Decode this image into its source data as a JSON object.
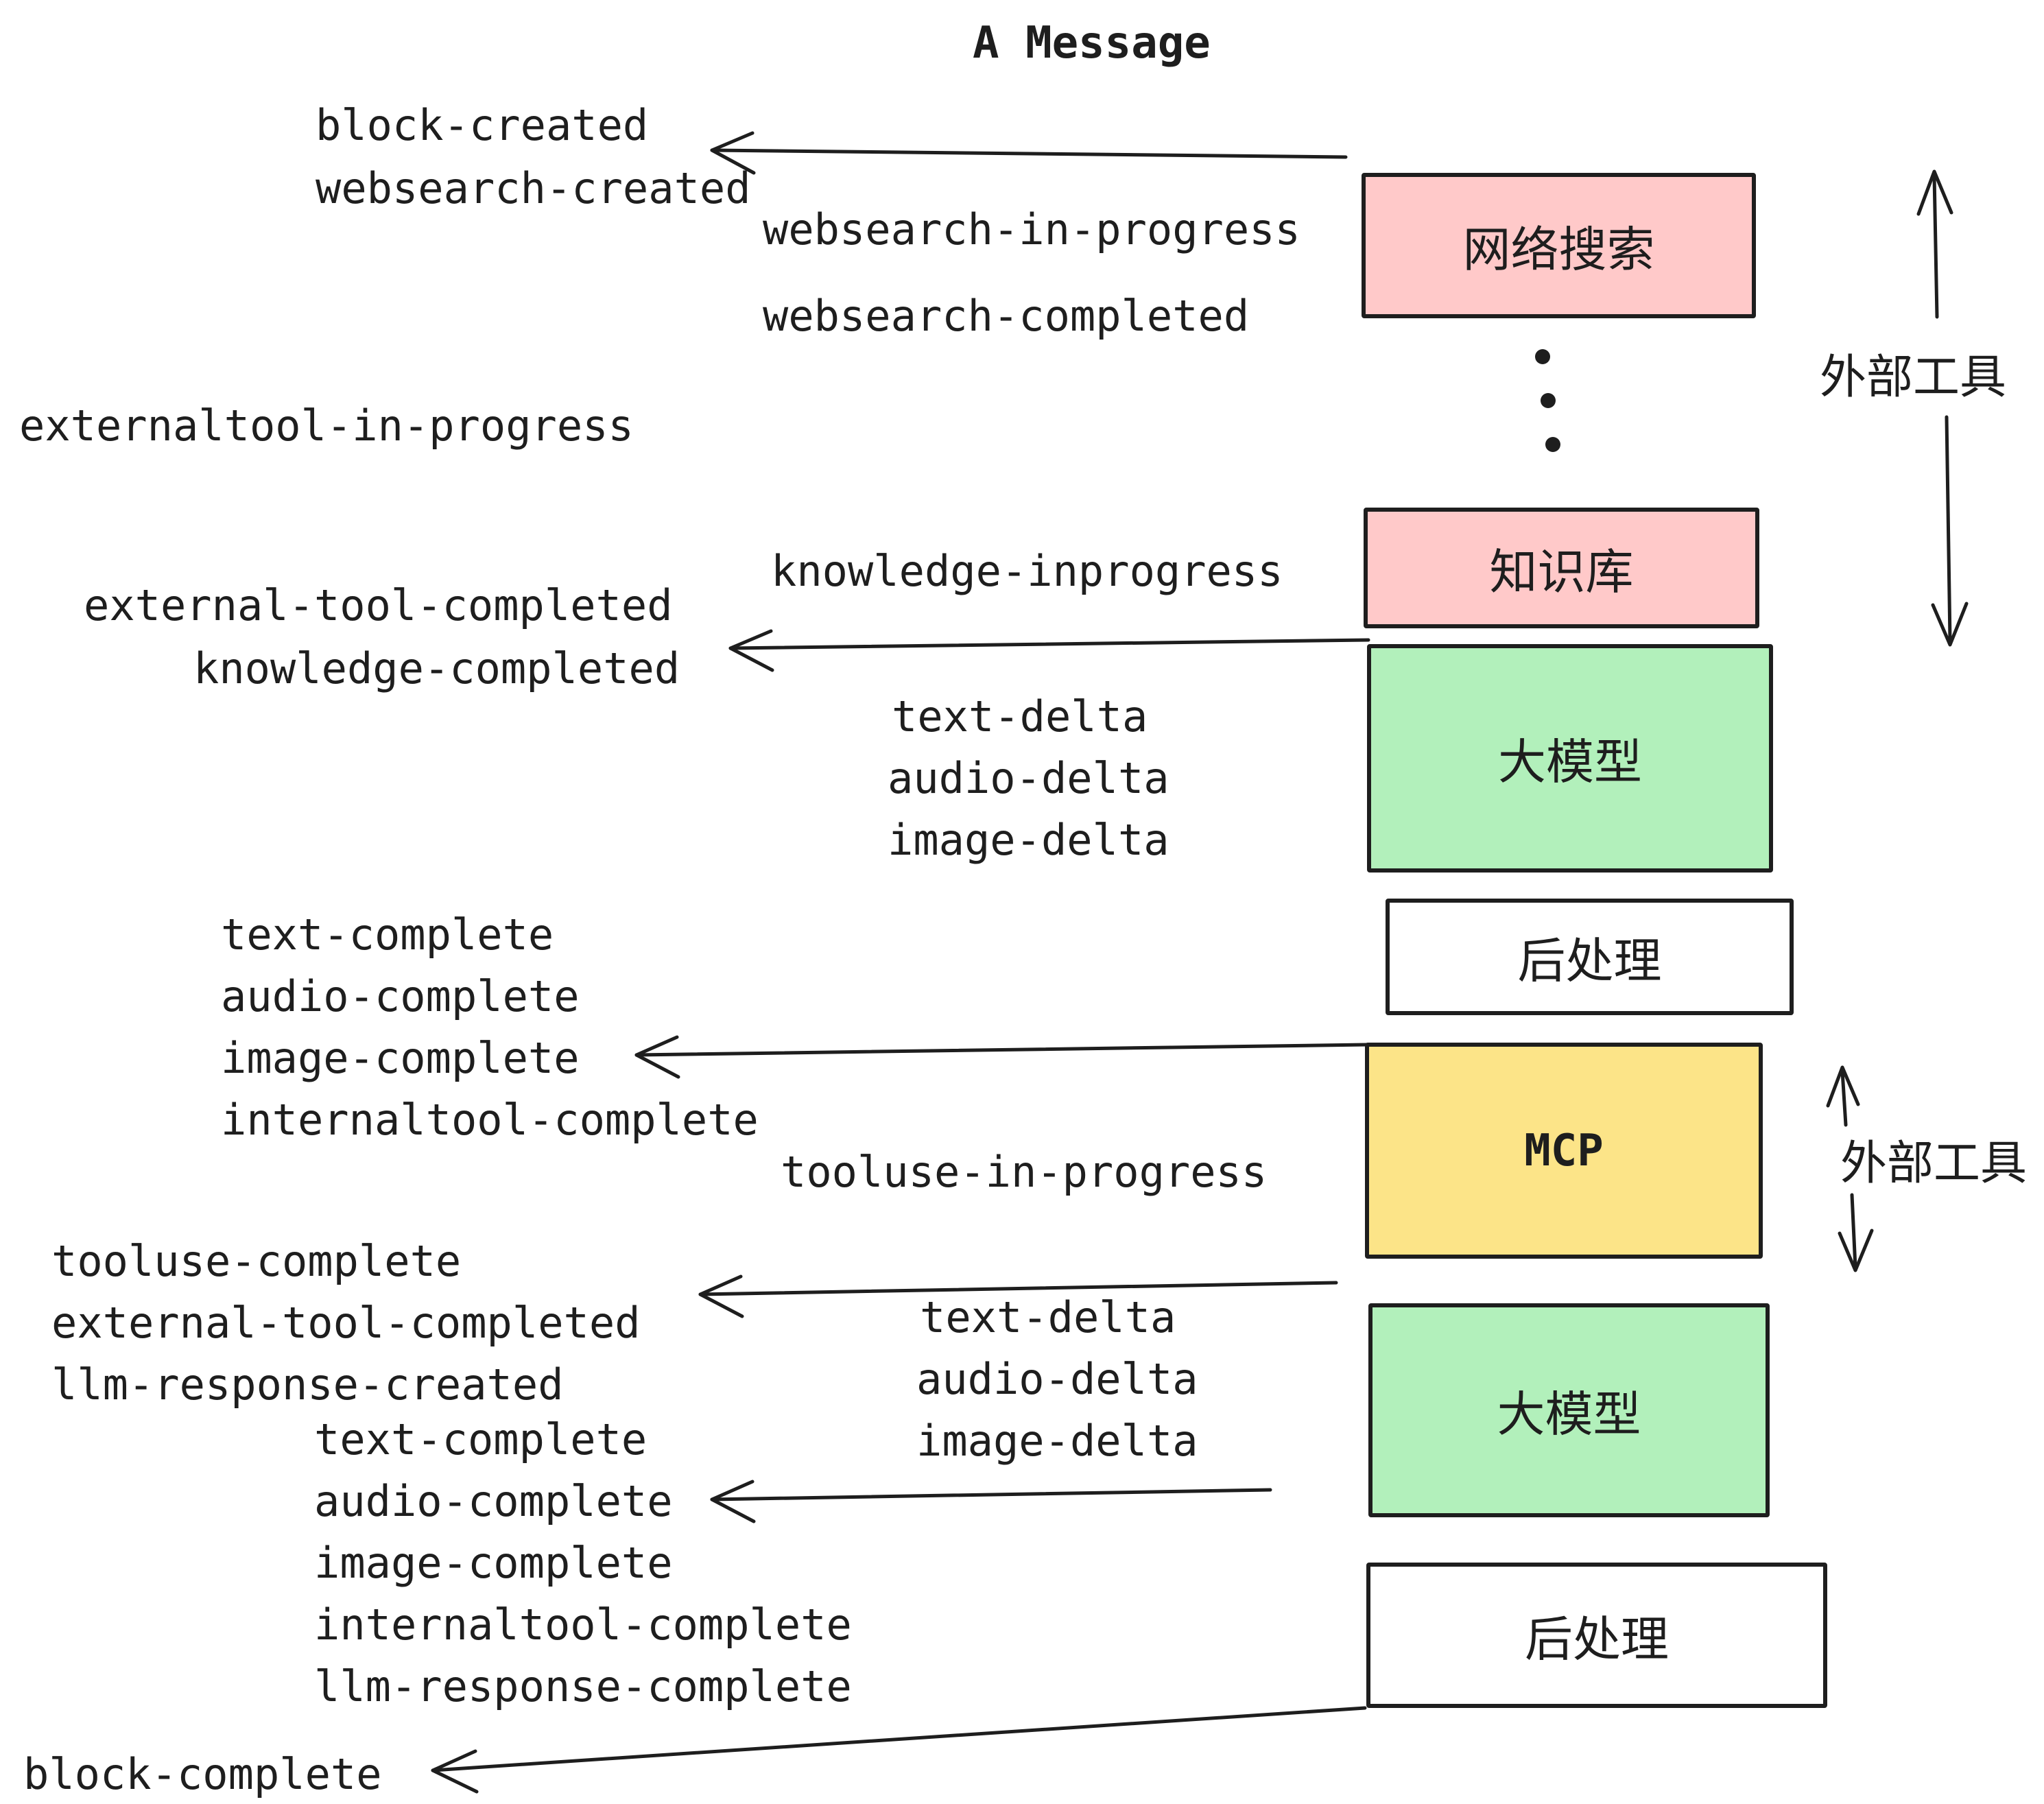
{
  "title": "A Message",
  "colors": {
    "stroke": "#1e1e1e",
    "background": "#ffffff",
    "box_pink": "#ffc9c9",
    "box_green": "#b2f0bb",
    "box_yellow": "#fce488",
    "box_white": "#ffffff"
  },
  "events": {
    "block_created": "block-created",
    "websearch_created": "websearch-created",
    "websearch_in_progress": "websearch-in-progress",
    "websearch_completed": "websearch-completed",
    "externaltool_in_progress": "externaltool-in-progress",
    "external_tool_completed_1": "external-tool-completed",
    "knowledge_completed": "knowledge-completed",
    "knowledge_inprogress": "knowledge-inprogress",
    "text_delta_1": "text-delta",
    "audio_delta_1": "audio-delta",
    "image_delta_1": "image-delta",
    "text_complete_1": "text-complete",
    "audio_complete_1": "audio-complete",
    "image_complete_1": "image-complete",
    "internaltool_complete_1": "internaltool-complete",
    "tooluse_in_progress": "tooluse-in-progress",
    "tooluse_complete": "tooluse-complete",
    "external_tool_completed_2": "external-tool-completed",
    "llm_response_created": "llm-response-created",
    "text_complete_2": "text-complete",
    "audio_complete_2": "audio-complete",
    "image_complete_2": "image-complete",
    "internaltool_complete_2": "internaltool-complete",
    "llm_response_complete": "llm-response-complete",
    "text_delta_2": "text-delta",
    "audio_delta_2": "audio-delta",
    "image_delta_2": "image-delta",
    "block_complete": "block-complete"
  },
  "boxes": {
    "websearch": {
      "label": "网络搜索",
      "color": "#ffc9c9"
    },
    "knowledge": {
      "label": "知识库",
      "color": "#ffc9c9"
    },
    "llm_1": {
      "label": "大模型",
      "color": "#b2f0bb"
    },
    "post_1": {
      "label": "后处理",
      "color": "#ffffff"
    },
    "mcp": {
      "label": "MCP",
      "color": "#fce488"
    },
    "llm_2": {
      "label": "大模型",
      "color": "#b2f0bb"
    },
    "post_2": {
      "label": "后处理",
      "color": "#ffffff"
    }
  },
  "annotations": {
    "external_tools_1": "外部工具",
    "external_tools_2": "外部工具",
    "ellipsis_dot_count": 3
  }
}
